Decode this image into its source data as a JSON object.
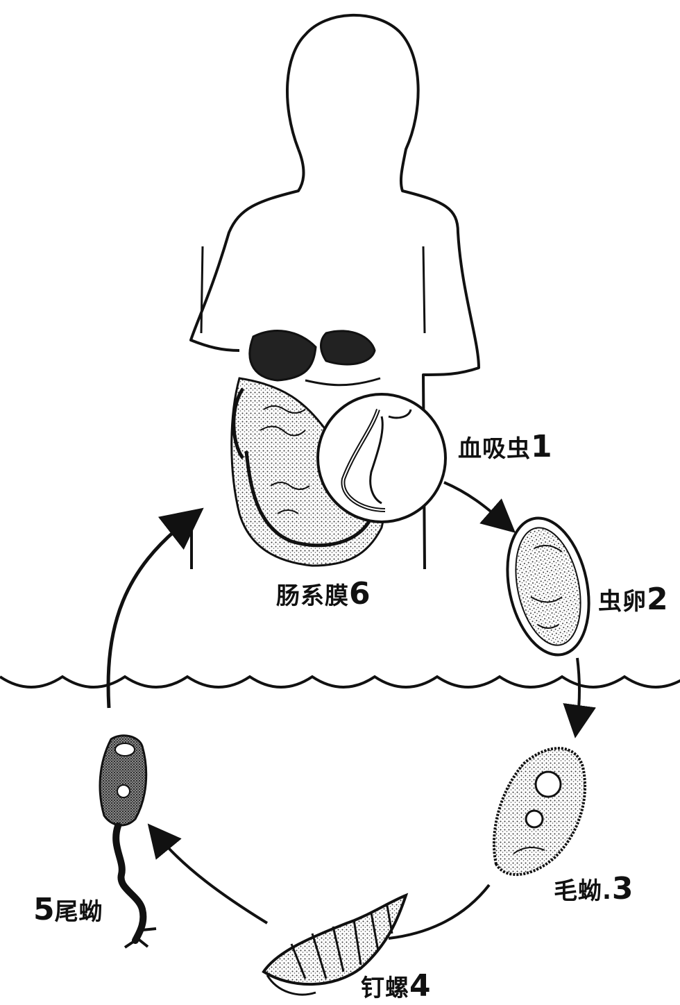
{
  "figure": {
    "stages": [
      {
        "id": "adult-worm",
        "zh": "血吸虫",
        "num": "1"
      },
      {
        "id": "egg",
        "zh": "虫卵",
        "num": "2"
      },
      {
        "id": "miracidium",
        "zh": "毛蚴",
        "num": "3"
      },
      {
        "id": "snail",
        "zh": "钉螺",
        "num": "4"
      },
      {
        "id": "cercaria",
        "zh": "尾蚴",
        "num": "5"
      },
      {
        "id": "mesentery",
        "zh": "肠系膜",
        "num": "6"
      }
    ],
    "miracidium_dot": ".",
    "colors": {
      "ink": "#111111",
      "paper": "#ffffff",
      "stipple": "#444444"
    }
  }
}
